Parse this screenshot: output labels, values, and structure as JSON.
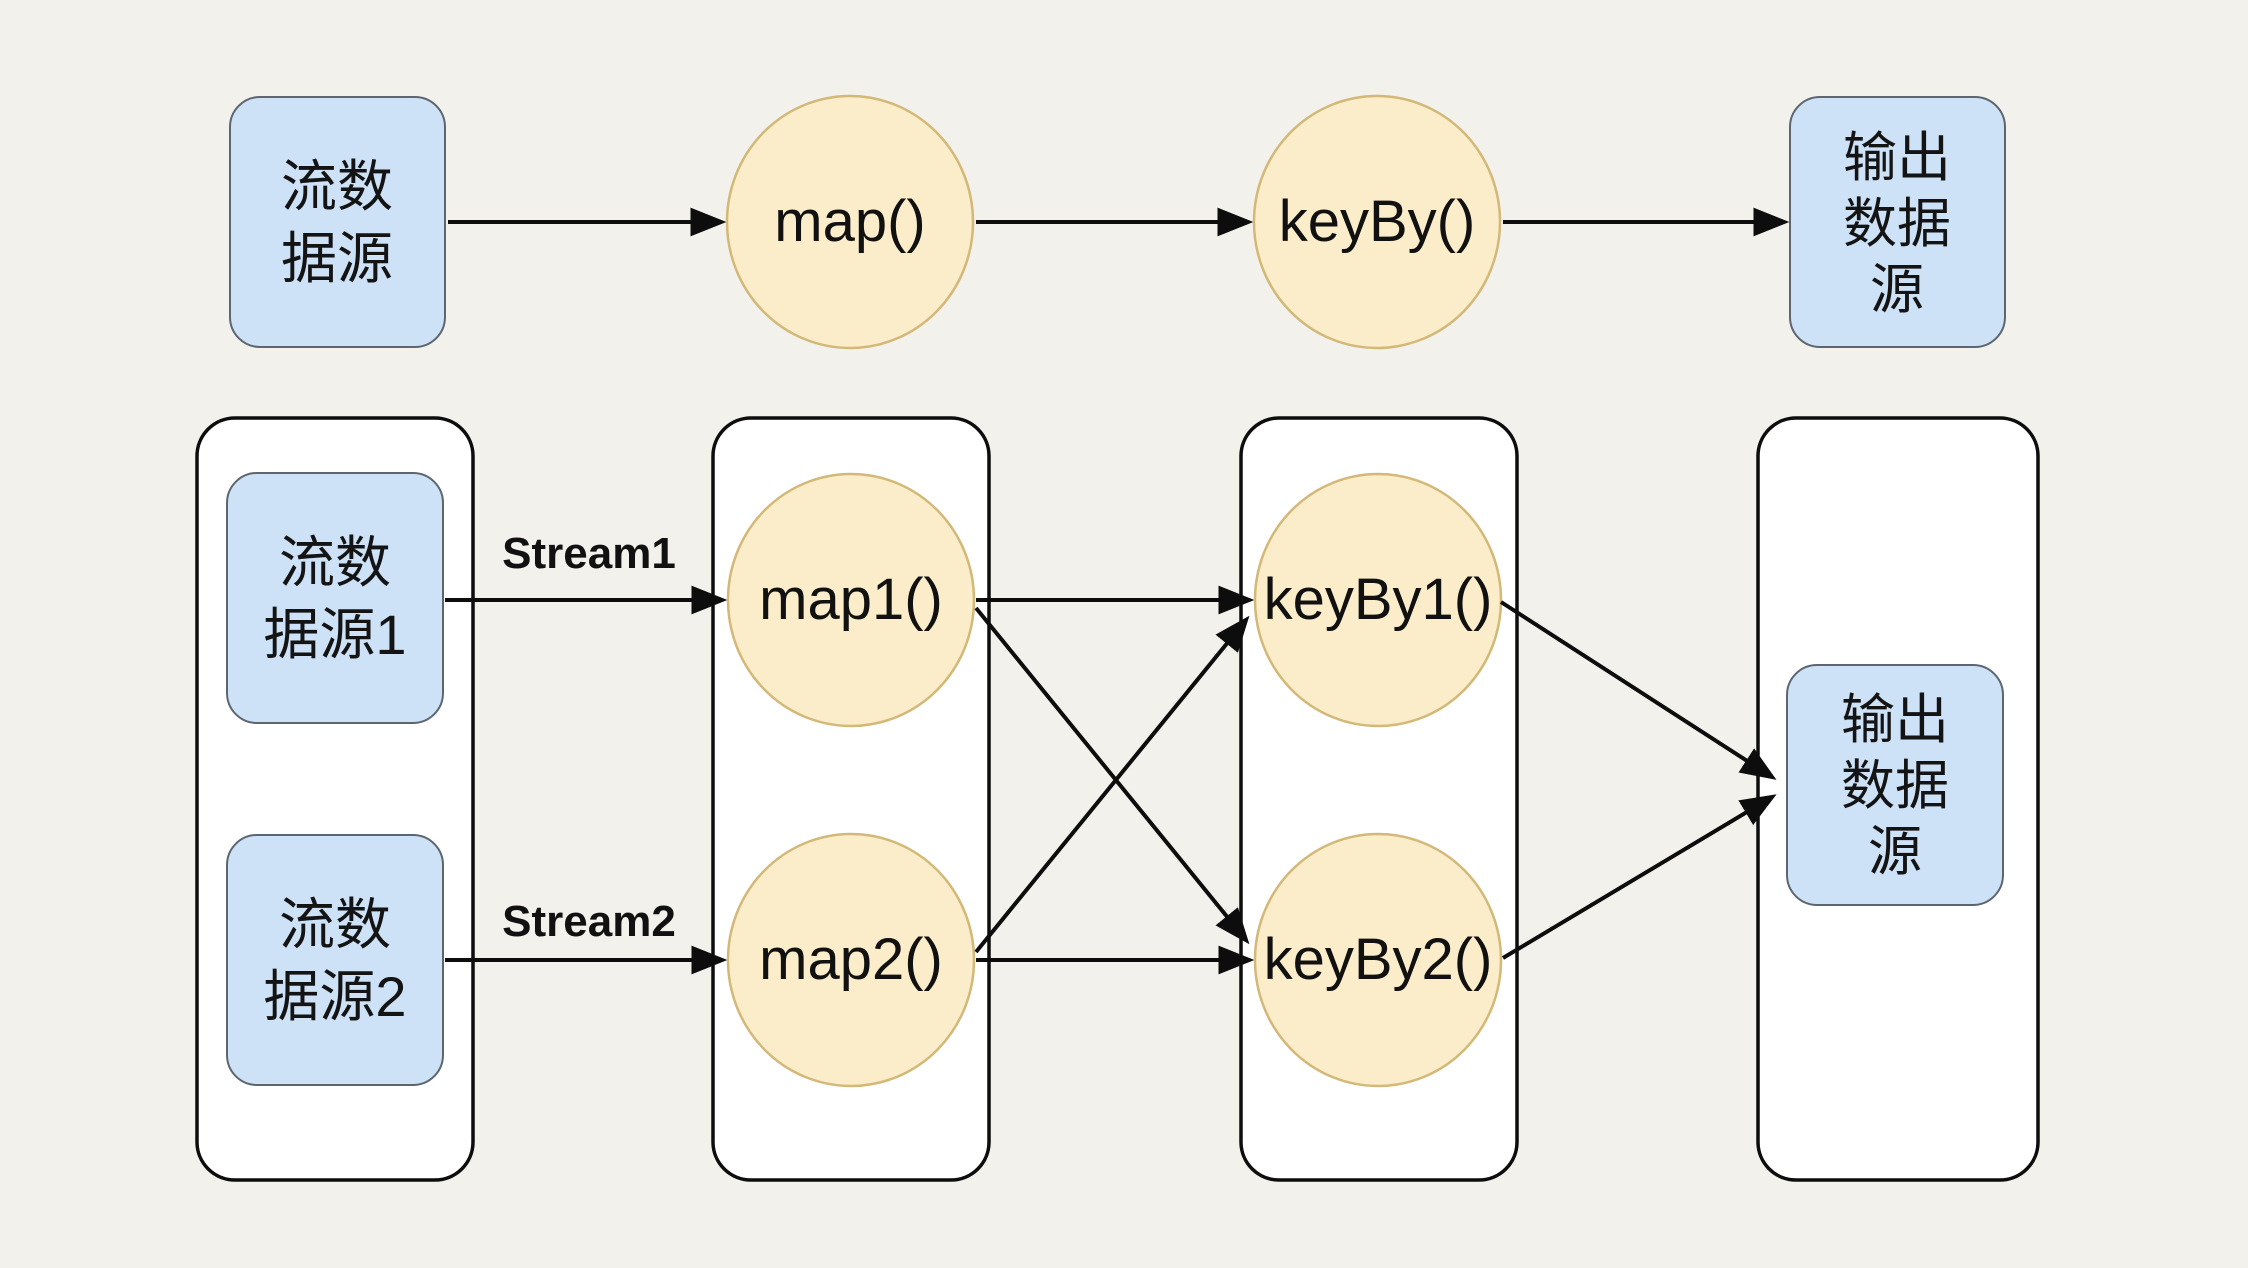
{
  "diagram": {
    "background_color": "#f2f1ec",
    "colors": {
      "source_sink_fill": "#cde1f7",
      "source_sink_border": "#5d6670",
      "operator_fill": "#fcedca",
      "operator_border": "#d3b878",
      "task_container_fill": "#ffffff",
      "task_container_border": "#0d0d0d",
      "arrow": "#0d0d0d"
    },
    "logical_flow": {
      "source": {
        "line1": "流数",
        "line2": "据源"
      },
      "map": {
        "label": "map()"
      },
      "keyby": {
        "label": "keyBy()"
      },
      "sink": {
        "line1": "输出",
        "line2": "数据",
        "line3": "源"
      }
    },
    "parallel_flow": {
      "source1": {
        "line1": "流数",
        "line2": "据源1"
      },
      "source2": {
        "line1": "流数",
        "line2": "据源2"
      },
      "stream1_label": "Stream1",
      "stream2_label": "Stream2",
      "map1": {
        "label": "map1()"
      },
      "map2": {
        "label": "map2()"
      },
      "keyby1": {
        "label": "keyBy1()"
      },
      "keyby2": {
        "label": "keyBy2()"
      },
      "sink": {
        "line1": "输出",
        "line2": "数据",
        "line3": "源"
      }
    }
  }
}
